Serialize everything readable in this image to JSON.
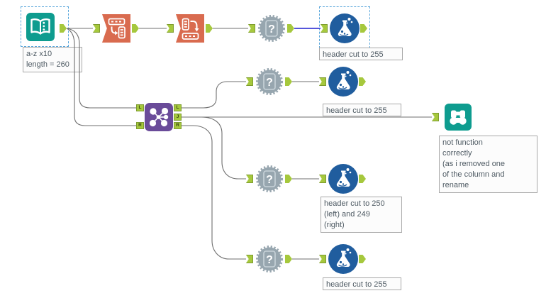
{
  "app": "workflow-canvas",
  "colors": {
    "teal": "#0E9C8F",
    "orange": "#D96B4F",
    "purple": "#6A4B99",
    "macro_gray": "#97A6AF",
    "flask_blue": "#205D9E",
    "anchor_green": "#A6C83D",
    "connection": "#6F6F6F",
    "connection_selected": "#3E3ED6",
    "selection_border": "#58A6DB",
    "annotation_text": "#4E5A63"
  },
  "icons": {
    "input": "input-data-book-icon",
    "transpose": "transpose-icon",
    "crosstab": "cross-tab-icon",
    "macro": "question-mark-macro-icon",
    "test": "test-flask-icon",
    "join": "join-network-icon",
    "browse": "browse-binoculars-icon"
  },
  "macro_glyph": "?",
  "join_anchors": {
    "in_left": "L",
    "in_right": "R",
    "out_left": "L",
    "out_join": "J",
    "out_right": "R"
  },
  "annotations": {
    "input": {
      "lines": [
        "a-z x10",
        "length = 260"
      ]
    },
    "test_top": {
      "lines": [
        "header cut to 255"
      ]
    },
    "test_left": {
      "lines": [
        "header cut to 255"
      ]
    },
    "test_join": {
      "lines": [
        "header cut to 250",
        "(left) and 249",
        "(right)"
      ]
    },
    "test_right": {
      "lines": [
        "header cut to 255"
      ]
    },
    "browse": {
      "lines": [
        "not function",
        "correctly",
        "(as i removed one",
        "of the column and",
        "rename"
      ]
    }
  }
}
